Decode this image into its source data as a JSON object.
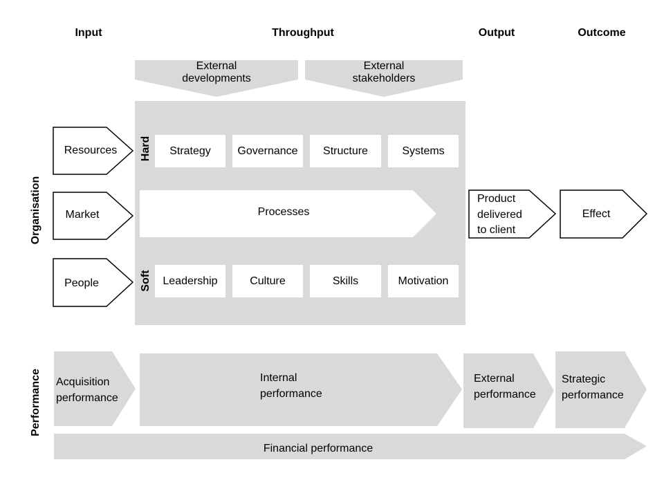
{
  "columns": {
    "input": "Input",
    "throughput": "Throughput",
    "output": "Output",
    "outcome": "Outcome"
  },
  "rows": {
    "organisation": "Organisation",
    "performance": "Performance"
  },
  "externals": {
    "developments": [
      "External",
      "developments"
    ],
    "stakeholders": [
      "External",
      "stakeholders"
    ]
  },
  "inputs": [
    "Resources",
    "Market",
    "People"
  ],
  "side_labels": {
    "hard": "Hard",
    "soft": "Soft"
  },
  "hard_elements": [
    "Strategy",
    "Governance",
    "Structure",
    "Systems"
  ],
  "soft_elements": [
    "Leadership",
    "Culture",
    "Skills",
    "Motivation"
  ],
  "processes": "Processes",
  "output_box": [
    "Product",
    "delivered",
    "to client"
  ],
  "effect": "Effect",
  "performance": {
    "acquisition": [
      "Acquisition",
      "performance"
    ],
    "internal": [
      "Internal",
      "performance"
    ],
    "external": [
      "External",
      "performance"
    ],
    "strategic": [
      "Strategic",
      "performance"
    ],
    "financial": "Financial performance"
  },
  "colors": {
    "fill": "#d9d9d9",
    "stroke": "#000000",
    "background": "#ffffff"
  }
}
